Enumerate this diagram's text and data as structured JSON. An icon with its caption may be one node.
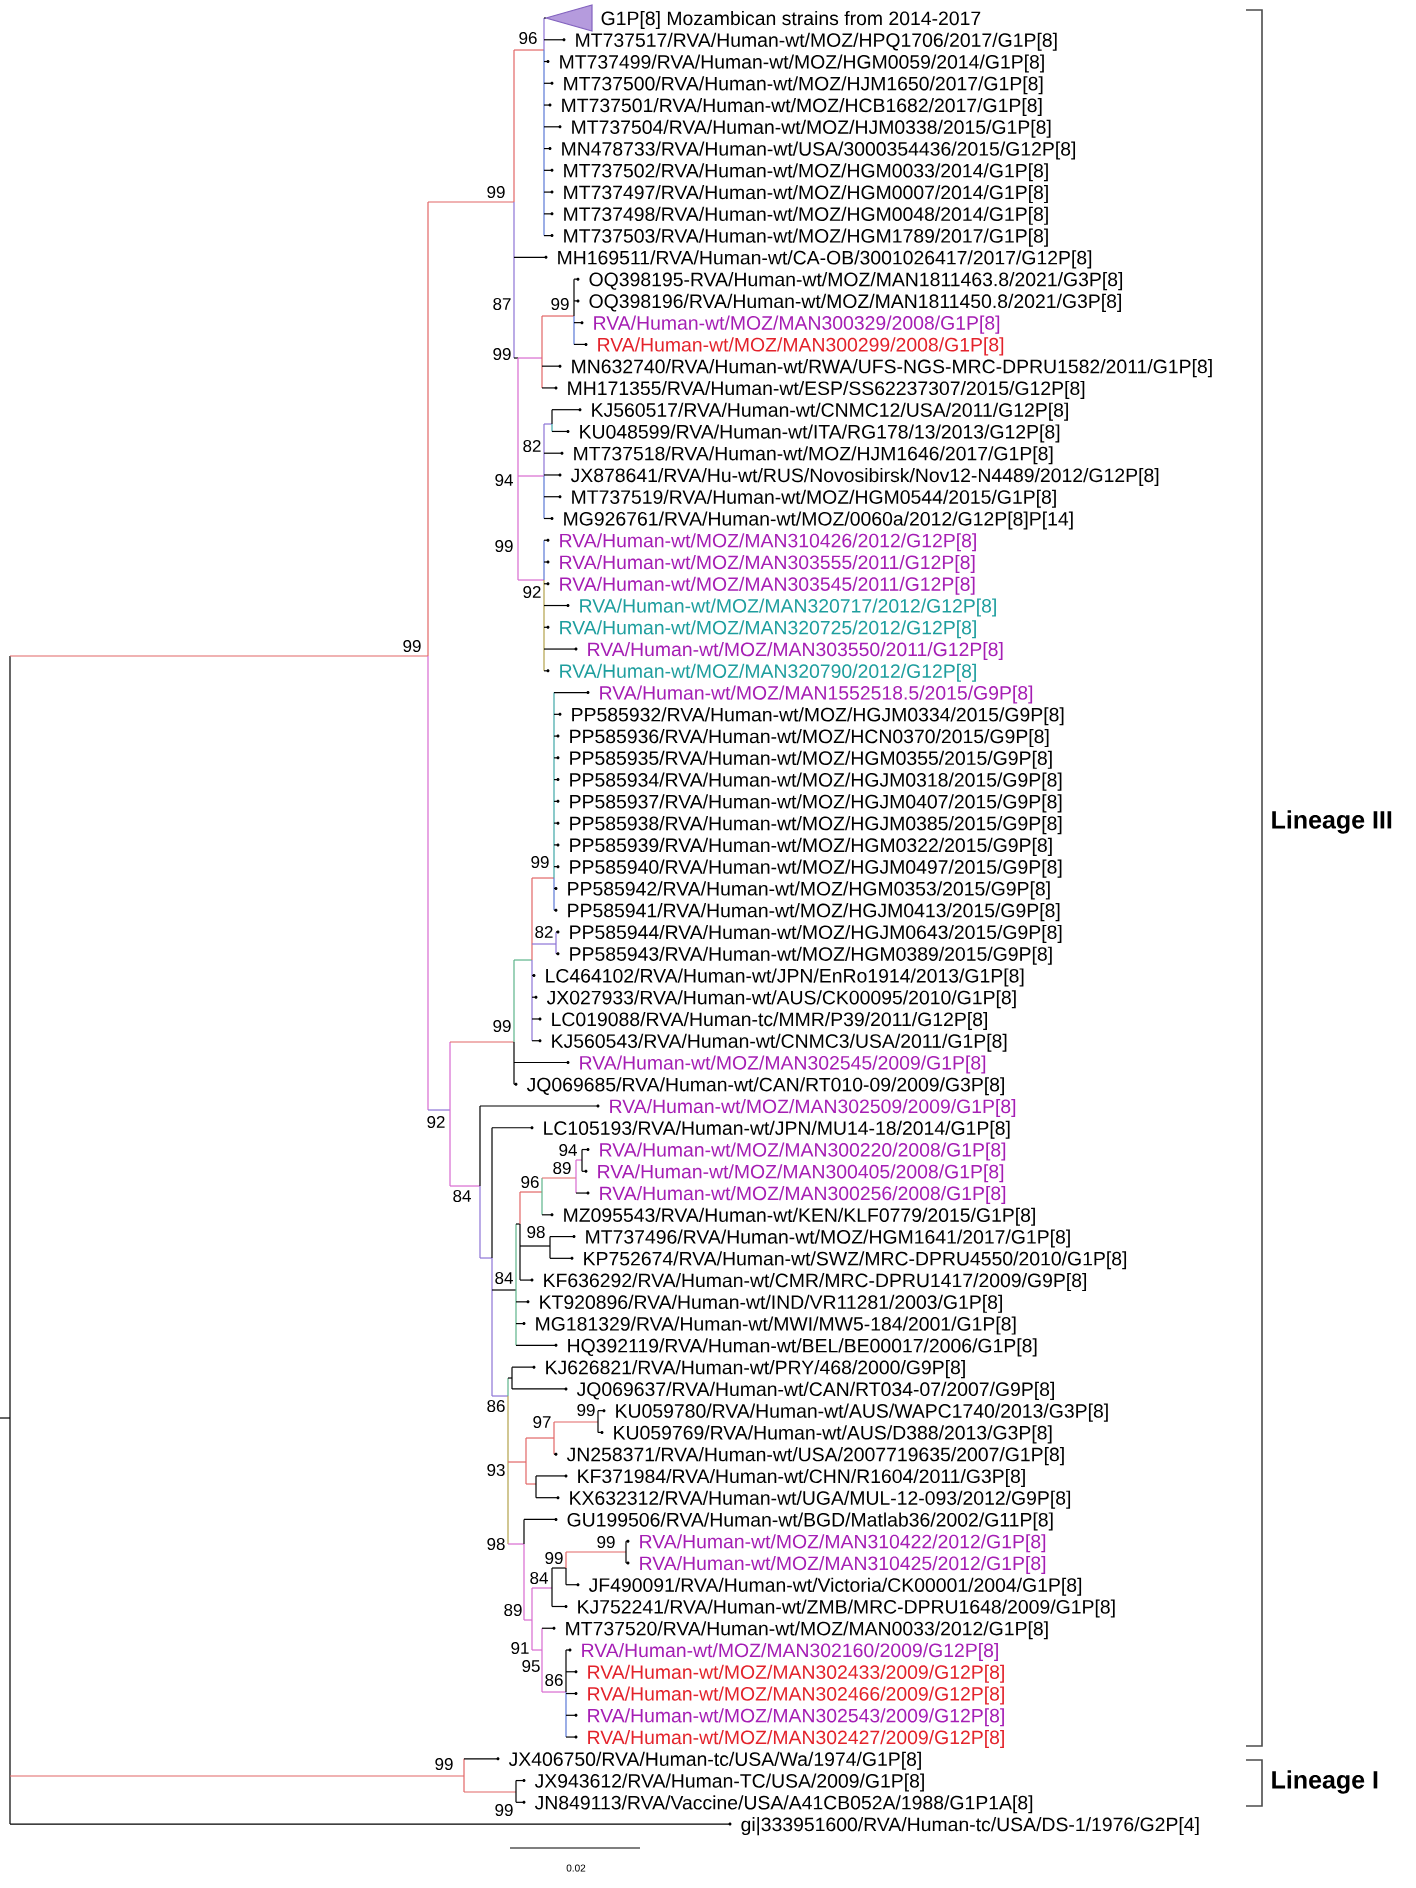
{
  "diagram": {
    "labels": [
      "G1P[8] Mozambican strains from 2014-2017",
      "MT737517/RVA/Human-wt/MOZ/HPQ1706/2017/G1P[8]",
      "MT737499/RVA/Human-wt/MOZ/HGM0059/2014/G1P[8]",
      "MT737500/RVA/Human-wt/MOZ/HJM1650/2017/G1P[8]",
      "MT737501/RVA/Human-wt/MOZ/HCB1682/2017/G1P[8]",
      "MT737504/RVA/Human-wt/MOZ/HJM0338/2015/G1P[8]",
      "MN478733/RVA/Human-wt/USA/3000354436/2015/G12P[8]",
      "MT737502/RVA/Human-wt/MOZ/HGM0033/2014/G1P[8]",
      "MT737497/RVA/Human-wt/MOZ/HGM0007/2014/G1P[8]",
      "MT737498/RVA/Human-wt/MOZ/HGM0048/2014/G1P[8]",
      "MT737503/RVA/Human-wt/MOZ/HGM1789/2017/G1P[8]",
      "MH169511/RVA/Human-wt/CA-OB/3001026417/2017/G12P[8]",
      "OQ398195-RVA/Human-wt/MOZ/MAN1811463.8/2021/G3P[8]",
      "OQ398196/RVA/Human-wt/MOZ/MAN1811450.8/2021/G3P[8]",
      "RVA/Human-wt/MOZ/MAN300329/2008/G1P[8]",
      "RVA/Human-wt/MOZ/MAN300299/2008/G1P[8]",
      "MN632740/RVA/Human-wt/RWA/UFS-NGS-MRC-DPRU1582/2011/G1P[8]",
      "MH171355/RVA/Human-wt/ESP/SS62237307/2015/G12P[8]",
      "KJ560517/RVA/Human-wt/CNMC12/USA/2011/G12P[8]",
      "KU048599/RVA/Human-wt/ITA/RG178/13/2013/G12P[8]",
      "MT737518/RVA/Human-wt/MOZ/HJM1646/2017/G1P[8]",
      "JX878641/RVA/Hu-wt/RUS/Novosibirsk/Nov12-N4489/2012/G12P[8]",
      "MT737519/RVA/Human-wt/MOZ/HGM0544/2015/G1P[8]",
      "MG926761/RVA/Human-wt/MOZ/0060a/2012/G12P[8]P[14]",
      "RVA/Human-wt/MOZ/MAN310426/2012/G12P[8]",
      "RVA/Human-wt/MOZ/MAN303555/2011/G12P[8]",
      "RVA/Human-wt/MOZ/MAN303545/2011/G12P[8]",
      "RVA/Human-wt/MOZ/MAN320717/2012/G12P[8]",
      "RVA/Human-wt/MOZ/MAN320725/2012/G12P[8]",
      "RVA/Human-wt/MOZ/MAN303550/2011/G12P[8]",
      "RVA/Human-wt/MOZ/MAN320790/2012/G12P[8]",
      "RVA/Human-wt/MOZ/MAN1552518.5/2015/G9P[8]",
      "PP585932/RVA/Human-wt/MOZ/HGJM0334/2015/G9P[8]",
      "PP585936/RVA/Human-wt/MOZ/HCN0370/2015/G9P[8]",
      "PP585935/RVA/Human-wt/MOZ/HGM0355/2015/G9P[8]",
      "PP585934/RVA/Human-wt/MOZ/HGJM0318/2015/G9P[8]",
      "PP585937/RVA/Human-wt/MOZ/HGJM0407/2015/G9P[8]",
      "PP585938/RVA/Human-wt/MOZ/HGJM0385/2015/G9P[8]",
      "PP585939/RVA/Human-wt/MOZ/HGM0322/2015/G9P[8]",
      "PP585940/RVA/Human-wt/MOZ/HGJM0497/2015/G9P[8]",
      "PP585942/RVA/Human-wt/MOZ/HGM0353/2015/G9P[8]",
      "PP585941/RVA/Human-wt/MOZ/HGJM0413/2015/G9P[8]",
      "PP585944/RVA/Human-wt/MOZ/HGJM0643/2015/G9P[8]",
      "PP585943/RVA/Human-wt/MOZ/HGM0389/2015/G9P[8]",
      "LC464102/RVA/Human-wt/JPN/EnRo1914/2013/G1P[8]",
      "JX027933/RVA/Human-wt/AUS/CK00095/2010/G1P[8]",
      "LC019088/RVA/Human-tc/MMR/P39/2011/G12P[8]",
      "KJ560543/RVA/Human-wt/CNMC3/USA/2011/G1P[8]",
      "RVA/Human-wt/MOZ/MAN302545/2009/G1P[8]",
      "JQ069685/RVA/Human-wt/CAN/RT010-09/2009/G3P[8]",
      "RVA/Human-wt/MOZ/MAN302509/2009/G1P[8]",
      "LC105193/RVA/Human-wt/JPN/MU14-18/2014/G1P[8]",
      "RVA/Human-wt/MOZ/MAN300220/2008/G1P[8]",
      "RVA/Human-wt/MOZ/MAN300405/2008/G1P[8]",
      "RVA/Human-wt/MOZ/MAN300256/2008/G1P[8]",
      "MZ095543/RVA/Human-wt/KEN/KLF0779/2015/G1P[8]",
      "MT737496/RVA/Human-wt/MOZ/HGM1641/2017/G1P[8]",
      "KP752674/RVA/Human-wt/SWZ/MRC-DPRU4550/2010/G1P[8]",
      "KF636292/RVA/Human-wt/CMR/MRC-DPRU1417/2009/G9P[8]",
      "KT920896/RVA/Human-wt/IND/VR11281/2003/G1P[8]",
      "MG181329/RVA/Human-wt/MWI/MW5-184/2001/G1P[8]",
      "HQ392119/RVA/Human-wt/BEL/BE00017/2006/G1P[8]",
      "KJ626821/RVA/Human-wt/PRY/468/2000/G9P[8]",
      "JQ069637/RVA/Human-wt/CAN/RT034-07/2007/G9P[8]",
      "KU059780/RVA/Human-wt/AUS/WAPC1740/2013/G3P[8]",
      "KU059769/RVA/Human-wt/AUS/D388/2013/G3P[8]",
      "JN258371/RVA/Human-wt/USA/2007719635/2007/G1P[8]",
      "KF371984/RVA/Human-wt/CHN/R1604/2011/G3P[8]",
      "KX632312/RVA/Human-wt/UGA/MUL-12-093/2012/G9P[8]",
      "GU199506/RVA/Human-wt/BGD/Matlab36/2002/G11P[8]",
      "RVA/Human-wt/MOZ/MAN310422/2012/G1P[8]",
      "RVA/Human-wt/MOZ/MAN310425/2012/G1P[8]",
      "JF490091/RVA/Human-wt/Victoria/CK00001/2004/G1P[8]",
      "KJ752241/RVA/Human-wt/ZMB/MRC-DPRU1648/2009/G1P[8]",
      "MT737520/RVA/Human-wt/MOZ/MAN0033/2012/G1P[8]",
      "RVA/Human-wt/MOZ/MAN302160/2009/G12P[8]",
      "RVA/Human-wt/MOZ/MAN302433/2009/G12P[8]",
      "RVA/Human-wt/MOZ/MAN302466/2009/G12P[8]",
      "RVA/Human-wt/MOZ/MAN302543/2009/G12P[8]",
      "RVA/Human-wt/MOZ/MAN302427/2009/G12P[8]",
      "JX406750/RVA/Human-tc/USA/Wa/1974/G1P[8]",
      "JX943612/RVA/Human-TC/USA/2009/G1P[8]",
      "JN849113/RVA/Vaccine/USA/A41CB052A/1988/G1P1A[8]",
      "gi|333951600/RVA/Human-tc/USA/DS-1/1976/G2P[4]",
      "96",
      "99",
      "87",
      "99",
      "99",
      "82",
      "94",
      "99",
      "92",
      "99",
      "99",
      "82",
      "99",
      "92",
      "94",
      "89",
      "84",
      "96",
      "98",
      "84",
      "86",
      "99",
      "97",
      "93",
      "98",
      "99",
      "99",
      "84",
      "89",
      "91",
      "95",
      "86",
      "99",
      "99",
      "Lineage III",
      "Lineage I",
      "0.02"
    ]
  }
}
